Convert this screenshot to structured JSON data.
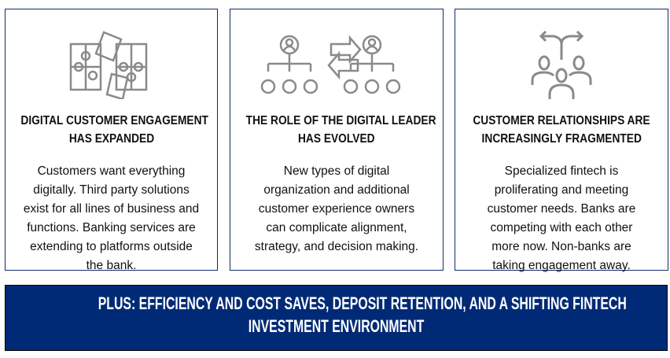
{
  "cards": [
    {
      "icon": "puzzle-pieces-icon",
      "title_lines": [
        "DIGITAL CUSTOMER ENGAGEMENT",
        "HAS EXPANDED"
      ],
      "text_lines": [
        "Customers want everything",
        "digitally. Third party solutions",
        "exist for all lines of business and",
        "functions. Banking services are",
        "extending to platforms outside",
        "the bank."
      ]
    },
    {
      "icon": "org-chart-exchange-icon",
      "title_lines": [
        "THE ROLE OF THE DIGITAL LEADER",
        "HAS EVOLVED"
      ],
      "text_lines": [
        "New types of digital",
        "organization and additional",
        "customer experience owners",
        "can complicate alignment,",
        "strategy, and decision making."
      ]
    },
    {
      "icon": "diverging-people-icon",
      "title_lines": [
        "CUSTOMER RELATIONSHIPS ARE",
        "INCREASINGLY FRAGMENTED"
      ],
      "text_lines": [
        "Specialized fintech is",
        "proliferating and meeting",
        "customer needs. Banks are",
        "competing with each other",
        "more now. Non-banks are",
        "taking engagement away."
      ]
    }
  ],
  "banner": {
    "lines": [
      "PLUS: EFFICIENCY AND COST SAVES, DEPOSIT RETENTION, AND A SHIFTING FINTECH",
      "INVESTMENT ENVIRONMENT"
    ]
  },
  "colors": {
    "navy": "#002a76",
    "icon_gray": "#8a8a8a"
  }
}
